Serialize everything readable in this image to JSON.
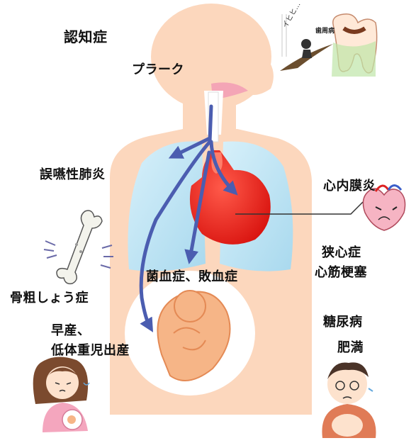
{
  "diagram": {
    "labels": {
      "dementia": "認知症",
      "plaque": "プラーク",
      "aspiration_pneumonia": "誤嚥性肺炎",
      "endocarditis": "心内膜炎",
      "angina_mi_line1": "狭心症",
      "angina_mi_line2": "心筋梗塞",
      "bacteremia_sepsis": "菌血症、敗血症",
      "osteoporosis": "骨粗しょう症",
      "premature_birth_line1": "早産、",
      "premature_birth_line2": "低体重児出産",
      "diabetes": "糖尿病",
      "obesity": "肥満"
    },
    "tooth_illustration": {
      "caption": "歯周病",
      "arrow_text": "イヒヒ…"
    },
    "colors": {
      "body_skin": "#fcd7bd",
      "lung": "#bfe3f2",
      "heart": "#e8231c",
      "arrow": "#4b5db0",
      "fetus": "#f6b587",
      "womb": "#ffffff"
    },
    "icons": [
      "tooth-illustration-icon",
      "bone-icon",
      "pregnant-woman-icon",
      "heart-face-icon",
      "obese-man-icon"
    ]
  }
}
